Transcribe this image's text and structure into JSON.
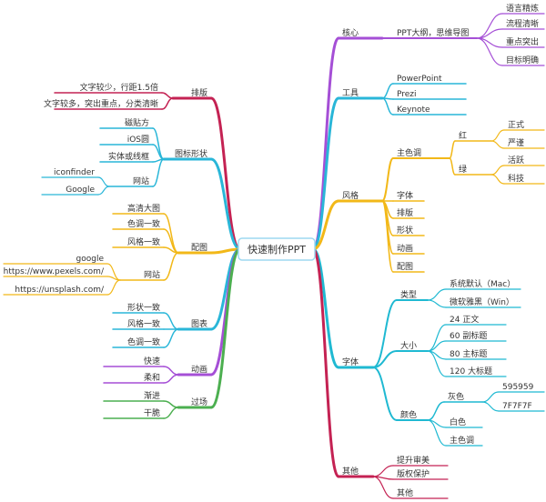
{
  "center": {
    "label": "快速制作PPT",
    "border": "#9ed8f0"
  },
  "colors": {
    "core": "#a54fd6",
    "tools": "#29b6d8",
    "style": "#f2b818",
    "font": "#1fb9d2",
    "other": "#c42253",
    "layout": "#c42253",
    "icon": "#29b6d8",
    "image": "#f2b818",
    "chart": "#29b6d8",
    "anim": "#a54fd6",
    "trans": "#4caf50"
  },
  "right": {
    "core": {
      "label": "核心",
      "child": "PPT大纲，思维导图",
      "items": [
        "语言精炼",
        "流程清晰",
        "重点突出",
        "目标明确"
      ]
    },
    "tools": {
      "label": "工具",
      "items": [
        "PowerPoint",
        "Prezi",
        "Keynote"
      ]
    },
    "style": {
      "label": "风格",
      "main_color": {
        "label": "主色调",
        "red": {
          "label": "红",
          "items": [
            "正式",
            "严谨"
          ]
        },
        "green": {
          "label": "绿",
          "items": [
            "活跃",
            "科技"
          ]
        }
      },
      "items": [
        "字体",
        "排版",
        "形状",
        "动画",
        "配图"
      ]
    },
    "font": {
      "label": "字体",
      "type": {
        "label": "类型",
        "items": [
          "系统默认（Mac）",
          "微软雅黑（Win）"
        ]
      },
      "size": {
        "label": "大小",
        "items": [
          "24 正文",
          "60 副标题",
          "80 主标题",
          "120 大标题"
        ]
      },
      "color": {
        "label": "颜色",
        "gray": {
          "label": "灰色",
          "items": [
            "595959",
            "7F7F7F"
          ]
        },
        "items": [
          "白色",
          "主色调"
        ]
      }
    },
    "other": {
      "label": "其他",
      "items": [
        "提升审美",
        "版权保护",
        "其他"
      ]
    }
  },
  "left": {
    "layout": {
      "label": "排版",
      "items": [
        "文字较少，行距1.5倍",
        "文字较多，突出重点，分类清晰"
      ]
    },
    "icon": {
      "label": "图标形状",
      "items": [
        "磁贴方",
        "iOS圆",
        "实体或线框"
      ],
      "site": {
        "label": "网站",
        "items": [
          "iconfinder",
          "Google"
        ]
      }
    },
    "image": {
      "label": "配图",
      "items": [
        "高清大图",
        "色调一致",
        "风格一致"
      ],
      "site": {
        "label": "网站",
        "items": [
          "google",
          "https://www.pexels.com/",
          "https://unsplash.com/"
        ]
      }
    },
    "chart": {
      "label": "图表",
      "items": [
        "形状一致",
        "风格一致",
        "色调一致"
      ]
    },
    "anim": {
      "label": "动画",
      "items": [
        "快速",
        "柔和"
      ]
    },
    "trans": {
      "label": "过场",
      "items": [
        "渐进",
        "干脆"
      ]
    }
  }
}
